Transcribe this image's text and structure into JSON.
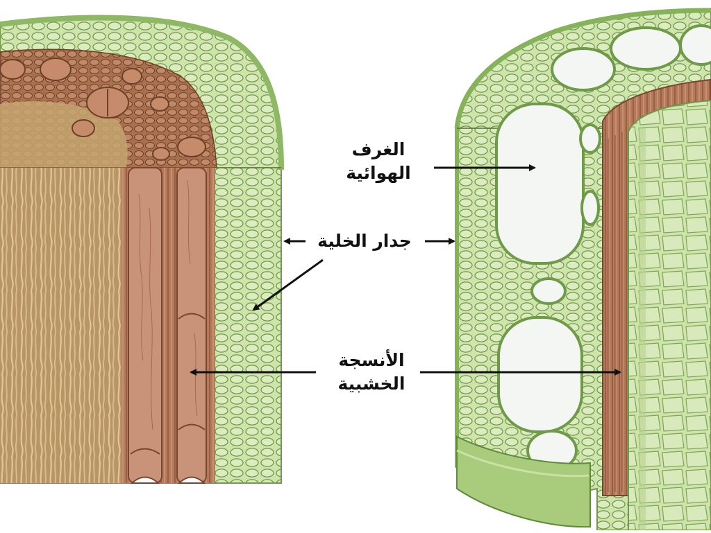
{
  "diagram": {
    "labels": {
      "air_chambers": {
        "line1": "الغرف",
        "line2": "الهوائية"
      },
      "cell_wall": {
        "text": "جدار الخلية"
      },
      "xylem": {
        "line1": "الأنسجة",
        "line2": "الخشبية"
      }
    },
    "colors": {
      "background": "#ffffff",
      "parenchyma_green": "#c9dfa7",
      "cell_outline": "#6f9a48",
      "epidermis_green": "#9cc46f",
      "xylem_brown": "#b47a5c",
      "fiber_tan": "#c9a878",
      "air_space": "#f4f6f4",
      "arrow": "#111111"
    }
  }
}
